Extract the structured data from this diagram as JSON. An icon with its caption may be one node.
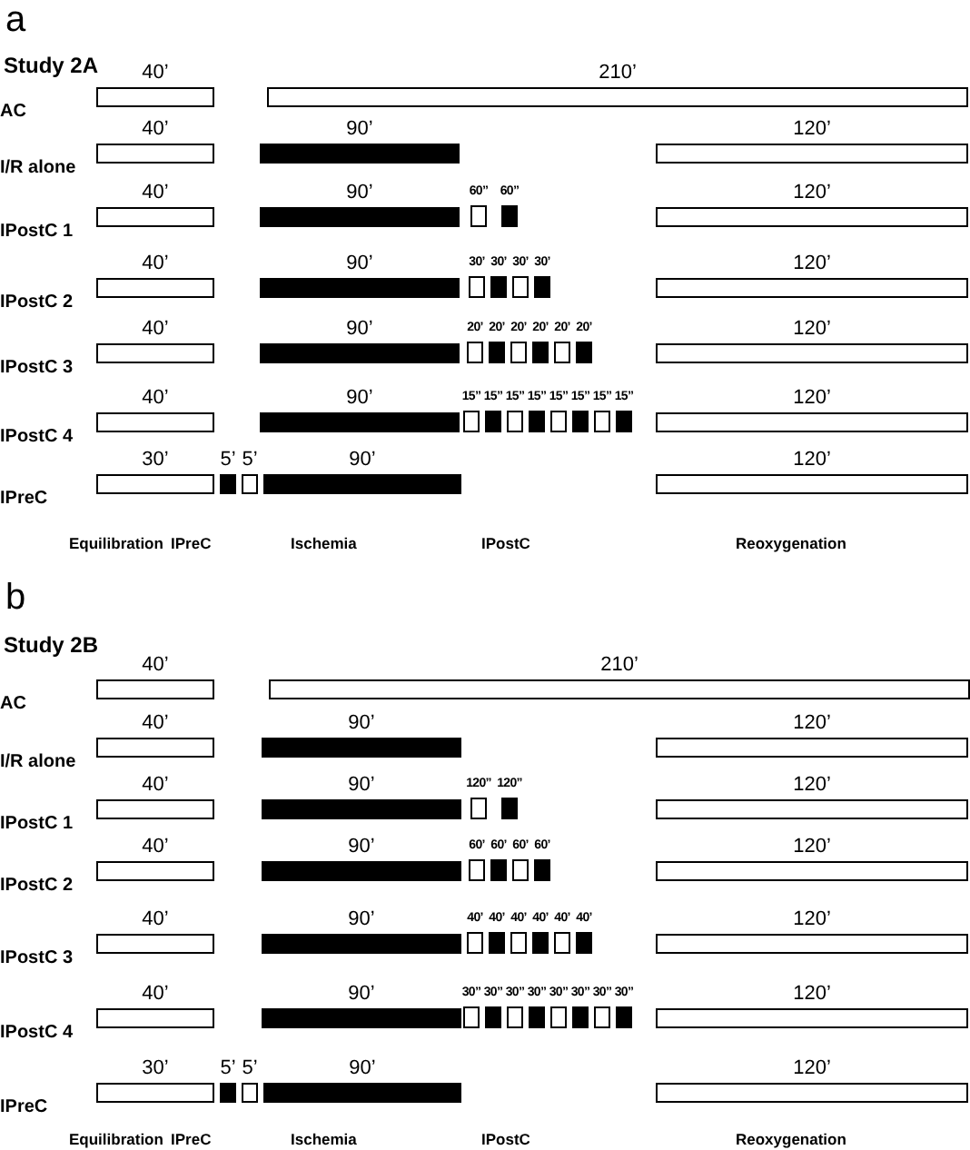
{
  "diagram": {
    "nodes": [
      {
        "text": [
          "40’"
        ]
      },
      {
        "text": [
          "210’"
        ]
      },
      {
        "text": [
          "40’"
        ]
      },
      {
        "text": [
          "90’"
        ]
      },
      {
        "text": [
          "120’"
        ]
      },
      {
        "text": [
          "40’"
        ]
      },
      {
        "text": [
          "90’"
        ]
      },
      {
        "text": [
          "60”"
        ]
      },
      {
        "text": [
          "60”"
        ]
      },
      {
        "text": [
          "120’"
        ]
      },
      {
        "text": [
          "40’"
        ]
      },
      {
        "text": [
          "90’"
        ]
      },
      {
        "text": [
          "30’"
        ]
      },
      {
        "text": [
          "30’"
        ]
      },
      {
        "text": [
          "30’"
        ]
      },
      {
        "text": [
          "30’"
        ]
      },
      {
        "text": [
          "120’"
        ]
      },
      {
        "text": [
          "40’"
        ]
      },
      {
        "text": [
          "90’"
        ]
      },
      {
        "text": [
          "20’"
        ]
      },
      {
        "text": [
          "20’"
        ]
      },
      {
        "text": [
          "20’"
        ]
      },
      {
        "text": [
          "20’"
        ]
      },
      {
        "text": [
          "20’"
        ]
      },
      {
        "text": [
          "20’"
        ]
      },
      {
        "text": [
          "120’"
        ]
      },
      {
        "text": [
          "40’"
        ]
      },
      {
        "text": [
          "90’"
        ]
      },
      {
        "text": [
          "15”"
        ]
      },
      {
        "text": [
          "15”"
        ]
      },
      {
        "text": [
          "15”"
        ]
      },
      {
        "text": [
          "15”"
        ]
      },
      {
        "text": [
          "15”"
        ]
      },
      {
        "text": [
          "15”"
        ]
      },
      {
        "text": [
          "15”"
        ]
      },
      {
        "text": [
          "15”"
        ]
      },
      {
        "text": [
          "120’"
        ]
      },
      {
        "text": [
          "30’"
        ]
      },
      {
        "text": [
          "5’"
        ]
      },
      {
        "text": [
          "5’"
        ]
      },
      {
        "text": [
          "90’"
        ]
      },
      {
        "text": [
          "120’"
        ]
      },
      {
        "text": [
          "40’"
        ]
      },
      {
        "text": [
          "210’"
        ]
      },
      {
        "text": [
          "40’"
        ]
      },
      {
        "text": [
          "90’"
        ]
      },
      {
        "text": [
          "120’"
        ]
      },
      {
        "text": [
          "40’"
        ]
      },
      {
        "text": [
          "90’"
        ]
      },
      {
        "text": [
          "120”"
        ]
      },
      {
        "text": [
          "120”"
        ]
      },
      {
        "text": [
          "120’"
        ]
      },
      {
        "text": [
          "40’"
        ]
      },
      {
        "text": [
          "90’"
        ]
      },
      {
        "text": [
          "60’"
        ]
      },
      {
        "text": [
          "60’"
        ]
      },
      {
        "text": [
          "60’"
        ]
      },
      {
        "text": [
          "60’"
        ]
      },
      {
        "text": [
          "120’"
        ]
      },
      {
        "text": [
          "40’"
        ]
      },
      {
        "text": [
          "90’"
        ]
      },
      {
        "text": [
          "40’"
        ]
      },
      {
        "text": [
          "40’"
        ]
      },
      {
        "text": [
          "40’"
        ]
      },
      {
        "text": [
          "40’"
        ]
      },
      {
        "text": [
          "40’"
        ]
      },
      {
        "text": [
          "40’"
        ]
      },
      {
        "text": [
          "120’"
        ]
      },
      {
        "text": [
          "40’"
        ]
      },
      {
        "text": [
          "90’"
        ]
      },
      {
        "text": [
          "30”"
        ]
      },
      {
        "text": [
          "30”"
        ]
      },
      {
        "text": [
          "30”"
        ]
      },
      {
        "text": [
          "30”"
        ]
      },
      {
        "text": [
          "30”"
        ]
      },
      {
        "text": [
          "30”"
        ]
      },
      {
        "text": [
          "30”"
        ]
      },
      {
        "text": [
          "30”"
        ]
      },
      {
        "text": [
          "120’"
        ]
      },
      {
        "text": [
          "30’"
        ]
      },
      {
        "text": [
          "5’"
        ]
      },
      {
        "text": [
          "5’"
        ]
      },
      {
        "text": [
          "90’"
        ]
      },
      {
        "text": [
          "120’"
        ]
      }
    ],
    "labels": [
      "a",
      "Study 2A",
      "AC",
      "I/R alone",
      "IPostC 1",
      "IPostC 2",
      "IPostC 3",
      "IPostC 4",
      "IPreC",
      "Equilibration",
      "IPreC",
      "Ischemia",
      "IPostC",
      "Reoxygenation",
      "b",
      "Study 2B",
      "AC",
      "I/R alone",
      "IPostC 1",
      "IPostC 2",
      "IPostC 3",
      "IPostC 4",
      "IPreC",
      "Equilibration",
      "IPreC",
      "Ischemia",
      "IPostC",
      "Reoxygenation"
    ]
  }
}
